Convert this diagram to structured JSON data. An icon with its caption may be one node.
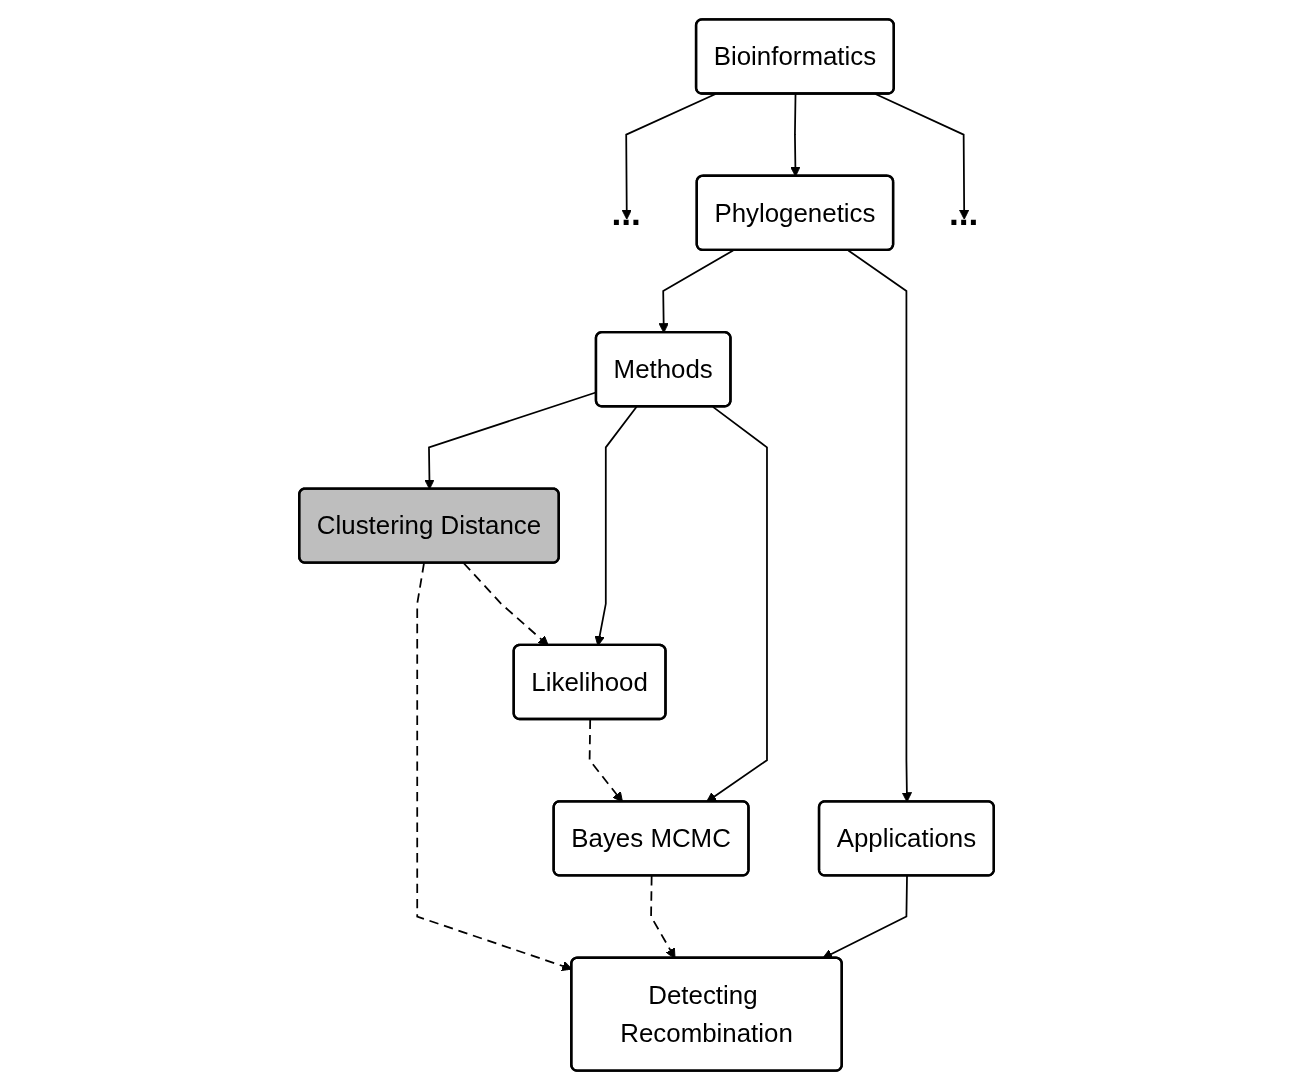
{
  "diagram": {
    "nodes": [
      {
        "text": [
          "Bioinformatics"
        ]
      },
      {
        "text": [
          "..."
        ]
      },
      {
        "text": [
          "Phylogenetics"
        ]
      },
      {
        "text": [
          "..."
        ]
      },
      {
        "text": [
          "Methods"
        ]
      },
      {
        "text": [
          "Applications"
        ]
      },
      {
        "text": [
          "Clustering Distance"
        ]
      },
      {
        "text": [
          "Detecting Recombination"
        ]
      },
      {
        "text": [
          "Likelihood"
        ]
      },
      {
        "text": [
          "Bayes MCMC"
        ]
      }
    ],
    "edges": [
      {
        "from": 0,
        "to": 1,
        "arrow": "to"
      },
      {
        "from": 0,
        "to": 2,
        "arrow": "to"
      },
      {
        "from": 0,
        "to": 3,
        "arrow": "to"
      },
      {
        "from": 2,
        "to": 4,
        "arrow": "to"
      },
      {
        "from": 2,
        "to": 5,
        "arrow": "to"
      },
      {
        "from": 4,
        "to": 6,
        "arrow": "to"
      },
      {
        "from": 4,
        "to": 8,
        "arrow": "to"
      },
      {
        "from": 4,
        "to": 9,
        "arrow": "to"
      },
      {
        "from": 5,
        "to": 7,
        "arrow": "to"
      },
      {
        "from": 6,
        "to": 7,
        "arrow": "to",
        "style": "dashed"
      },
      {
        "from": 6,
        "to": 8,
        "arrow": "to",
        "style": "dashed"
      },
      {
        "from": 8,
        "to": 9,
        "arrow": "to",
        "style": "dashed"
      },
      {
        "from": 9,
        "to": 7,
        "arrow": "to",
        "style": "dashed"
      }
    ]
  }
}
